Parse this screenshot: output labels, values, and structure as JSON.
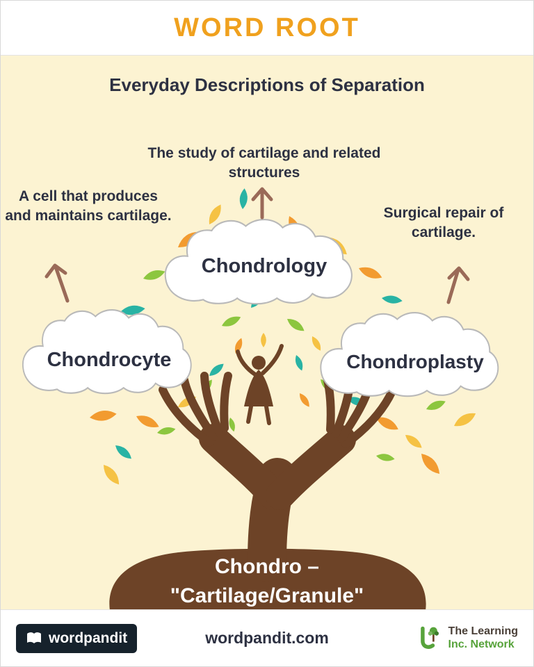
{
  "header": {
    "title": "WORD ROOT"
  },
  "intro": {
    "subtitle": "Everyday Descriptions of Separation"
  },
  "terms": [
    {
      "word": "Chondrocyte",
      "definition": "A cell that produces and maintains cartilage."
    },
    {
      "word": "Chondrology",
      "definition": "The study of cartilage and related structures"
    },
    {
      "word": "Chondroplasty",
      "definition": "Surgical repair of cartilage."
    }
  ],
  "root": {
    "line1": "Chondro –",
    "line2": "\"Cartilage/Granule\""
  },
  "footer": {
    "brand": "wordpandit",
    "site": "wordpandit.com",
    "partner_line1": "The Learning",
    "partner_line2": "Inc. Network"
  },
  "icons": {
    "brand_logo": "open-book-icon",
    "partner_logo": "tree-network-icon",
    "arrows": "up-arrow-icon"
  },
  "colors": {
    "accent_orange": "#F0A11E",
    "text_dark": "#2D3142",
    "brown": "#6D4327",
    "arrow": "#9A6A58",
    "leaf_orange": "#F29B30",
    "leaf_amber": "#F5C244",
    "leaf_teal": "#29B3A4",
    "leaf_green": "#8CC63F",
    "background": "#FCF3D2"
  }
}
